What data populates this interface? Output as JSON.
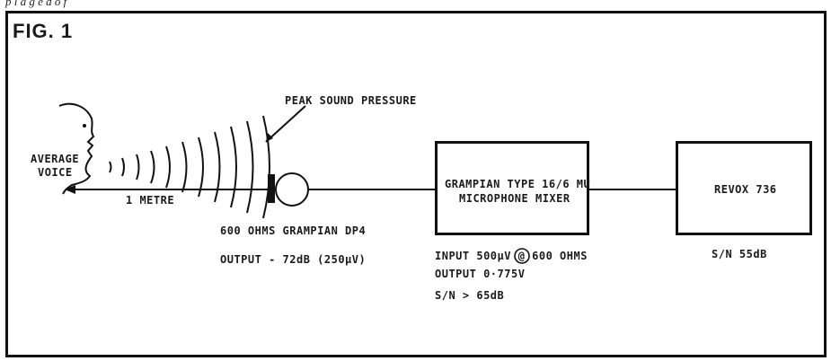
{
  "caption_top": "p l a g e d o f",
  "figure": {
    "title": "FIG. 1",
    "labels": {
      "peak_sound_pressure": "PEAK SOUND PRESSURE",
      "average_voice_line1": "AVERAGE",
      "average_voice_line2": "VOICE",
      "distance": "1 METRE",
      "mic_name": "600 OHMS GRAMPIAN DP4",
      "mic_output": "OUTPUT - 72dB (250μV)",
      "mixer_line1": "GRAMPIAN TYPE 16/6 MU",
      "mixer_line2": "MICROPHONE MIXER",
      "mixer_input": "INPUT   500μV @ 600 OHMS",
      "mixer_output": "OUTPUT  0·775V",
      "mixer_sn": "S/N  >  65dB",
      "recorder": "REVOX 736",
      "recorder_sn": "S/N 55dB"
    }
  }
}
